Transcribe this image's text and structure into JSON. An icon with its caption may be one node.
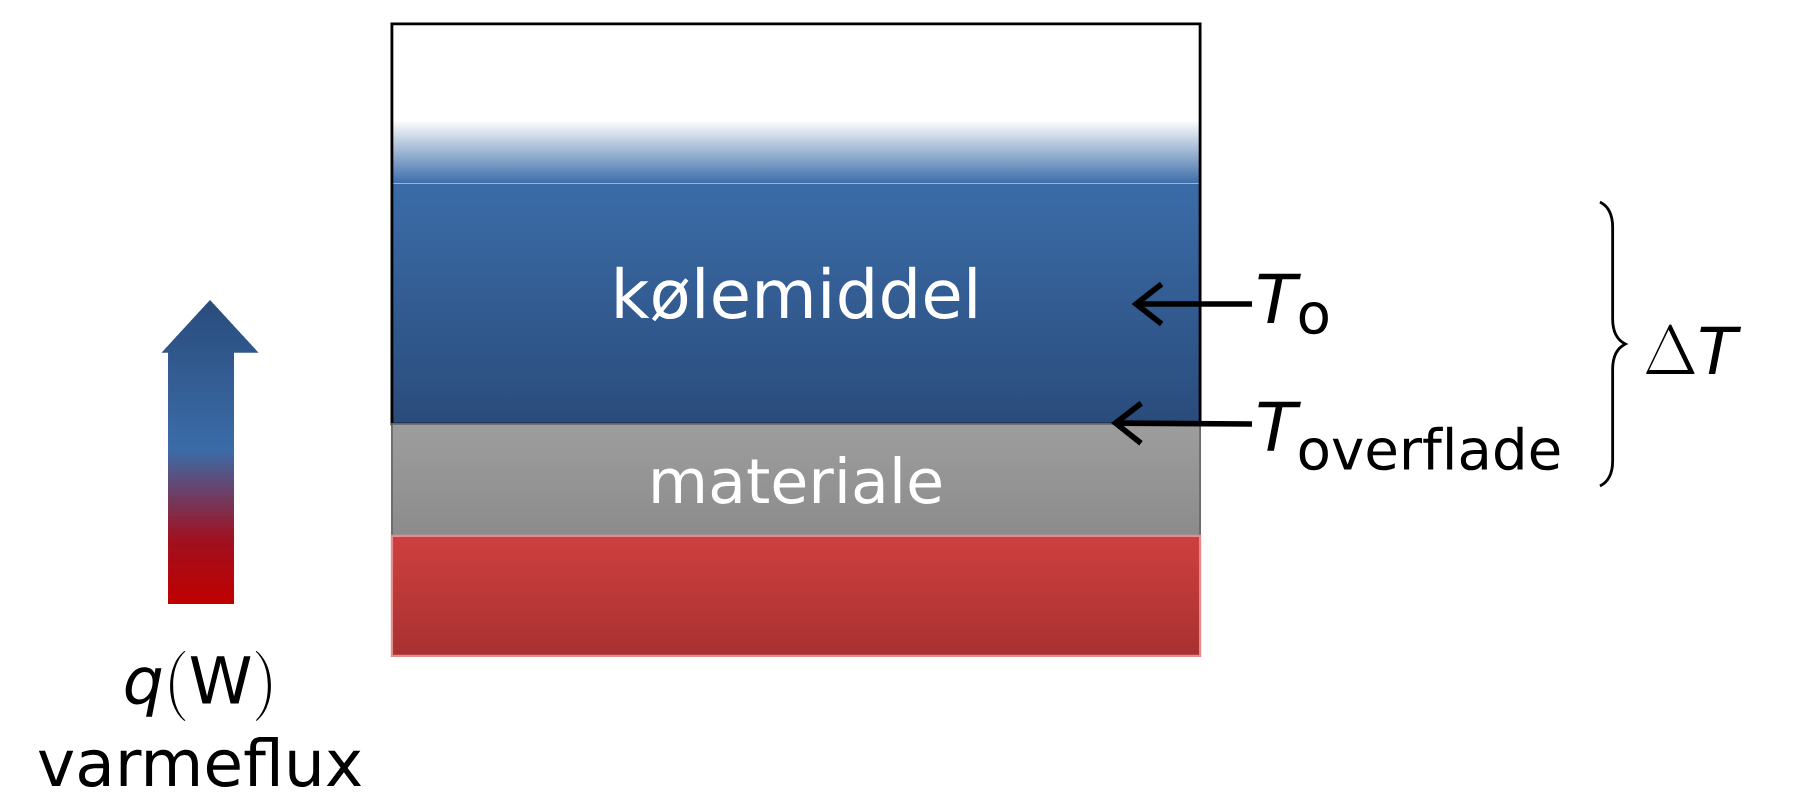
{
  "diagram": {
    "nodes": [
      {
        "text": [
          "kølemiddel"
        ]
      },
      {
        "text": [
          "materiale"
        ]
      },
      {
        "text": [],
        "shape": "box"
      },
      {
        "text": [
          "T_{\\mathrm{o}}"
        ]
      },
      {
        "text": [
          "T_{\\mathrm{overflade}}"
        ]
      }
    ],
    "edges": [
      {
        "from": 3,
        "to": 0,
        "arrow": "to"
      },
      {
        "from": 4,
        "to": 1,
        "arrow": "to"
      }
    ],
    "labels": [
      "\\Delta T",
      "q(\\mathrm{W})",
      "varmeflux"
    ]
  }
}
